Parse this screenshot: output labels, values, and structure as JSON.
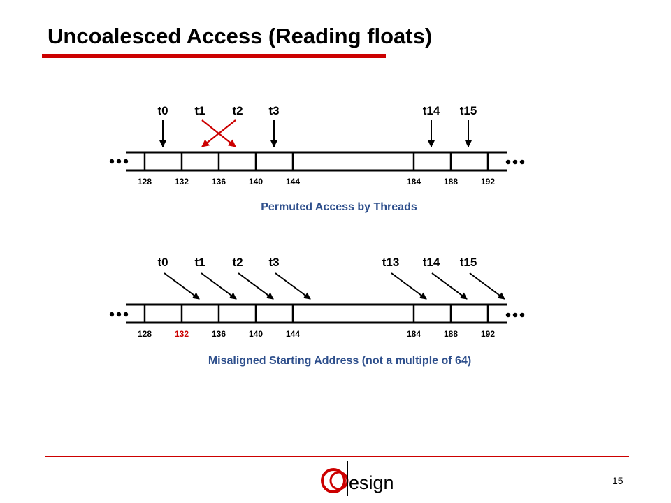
{
  "slide": {
    "title": "Uncoalesced Access (Reading floats)",
    "page_number": "15"
  },
  "logo": {
    "text": "esign",
    "accent_color": "#cc0000"
  },
  "colors": {
    "accent": "#cc0000",
    "caption": "#2e4f8c",
    "ink": "#000000"
  },
  "diagrams": [
    {
      "caption": "Permuted Access by Threads",
      "threads": [
        "t0",
        "t1",
        "t2",
        "t3",
        "t14",
        "t15"
      ],
      "addresses": [
        "128",
        "132",
        "136",
        "140",
        "144",
        "184",
        "188",
        "192"
      ],
      "highlighted_address": ""
    },
    {
      "caption": "Misaligned Starting Address (not a multiple of 64)",
      "threads": [
        "t0",
        "t1",
        "t2",
        "t3",
        "t13",
        "t14",
        "t15"
      ],
      "addresses": [
        "128",
        "132",
        "136",
        "140",
        "144",
        "184",
        "188",
        "192"
      ],
      "highlighted_address": "132"
    }
  ]
}
